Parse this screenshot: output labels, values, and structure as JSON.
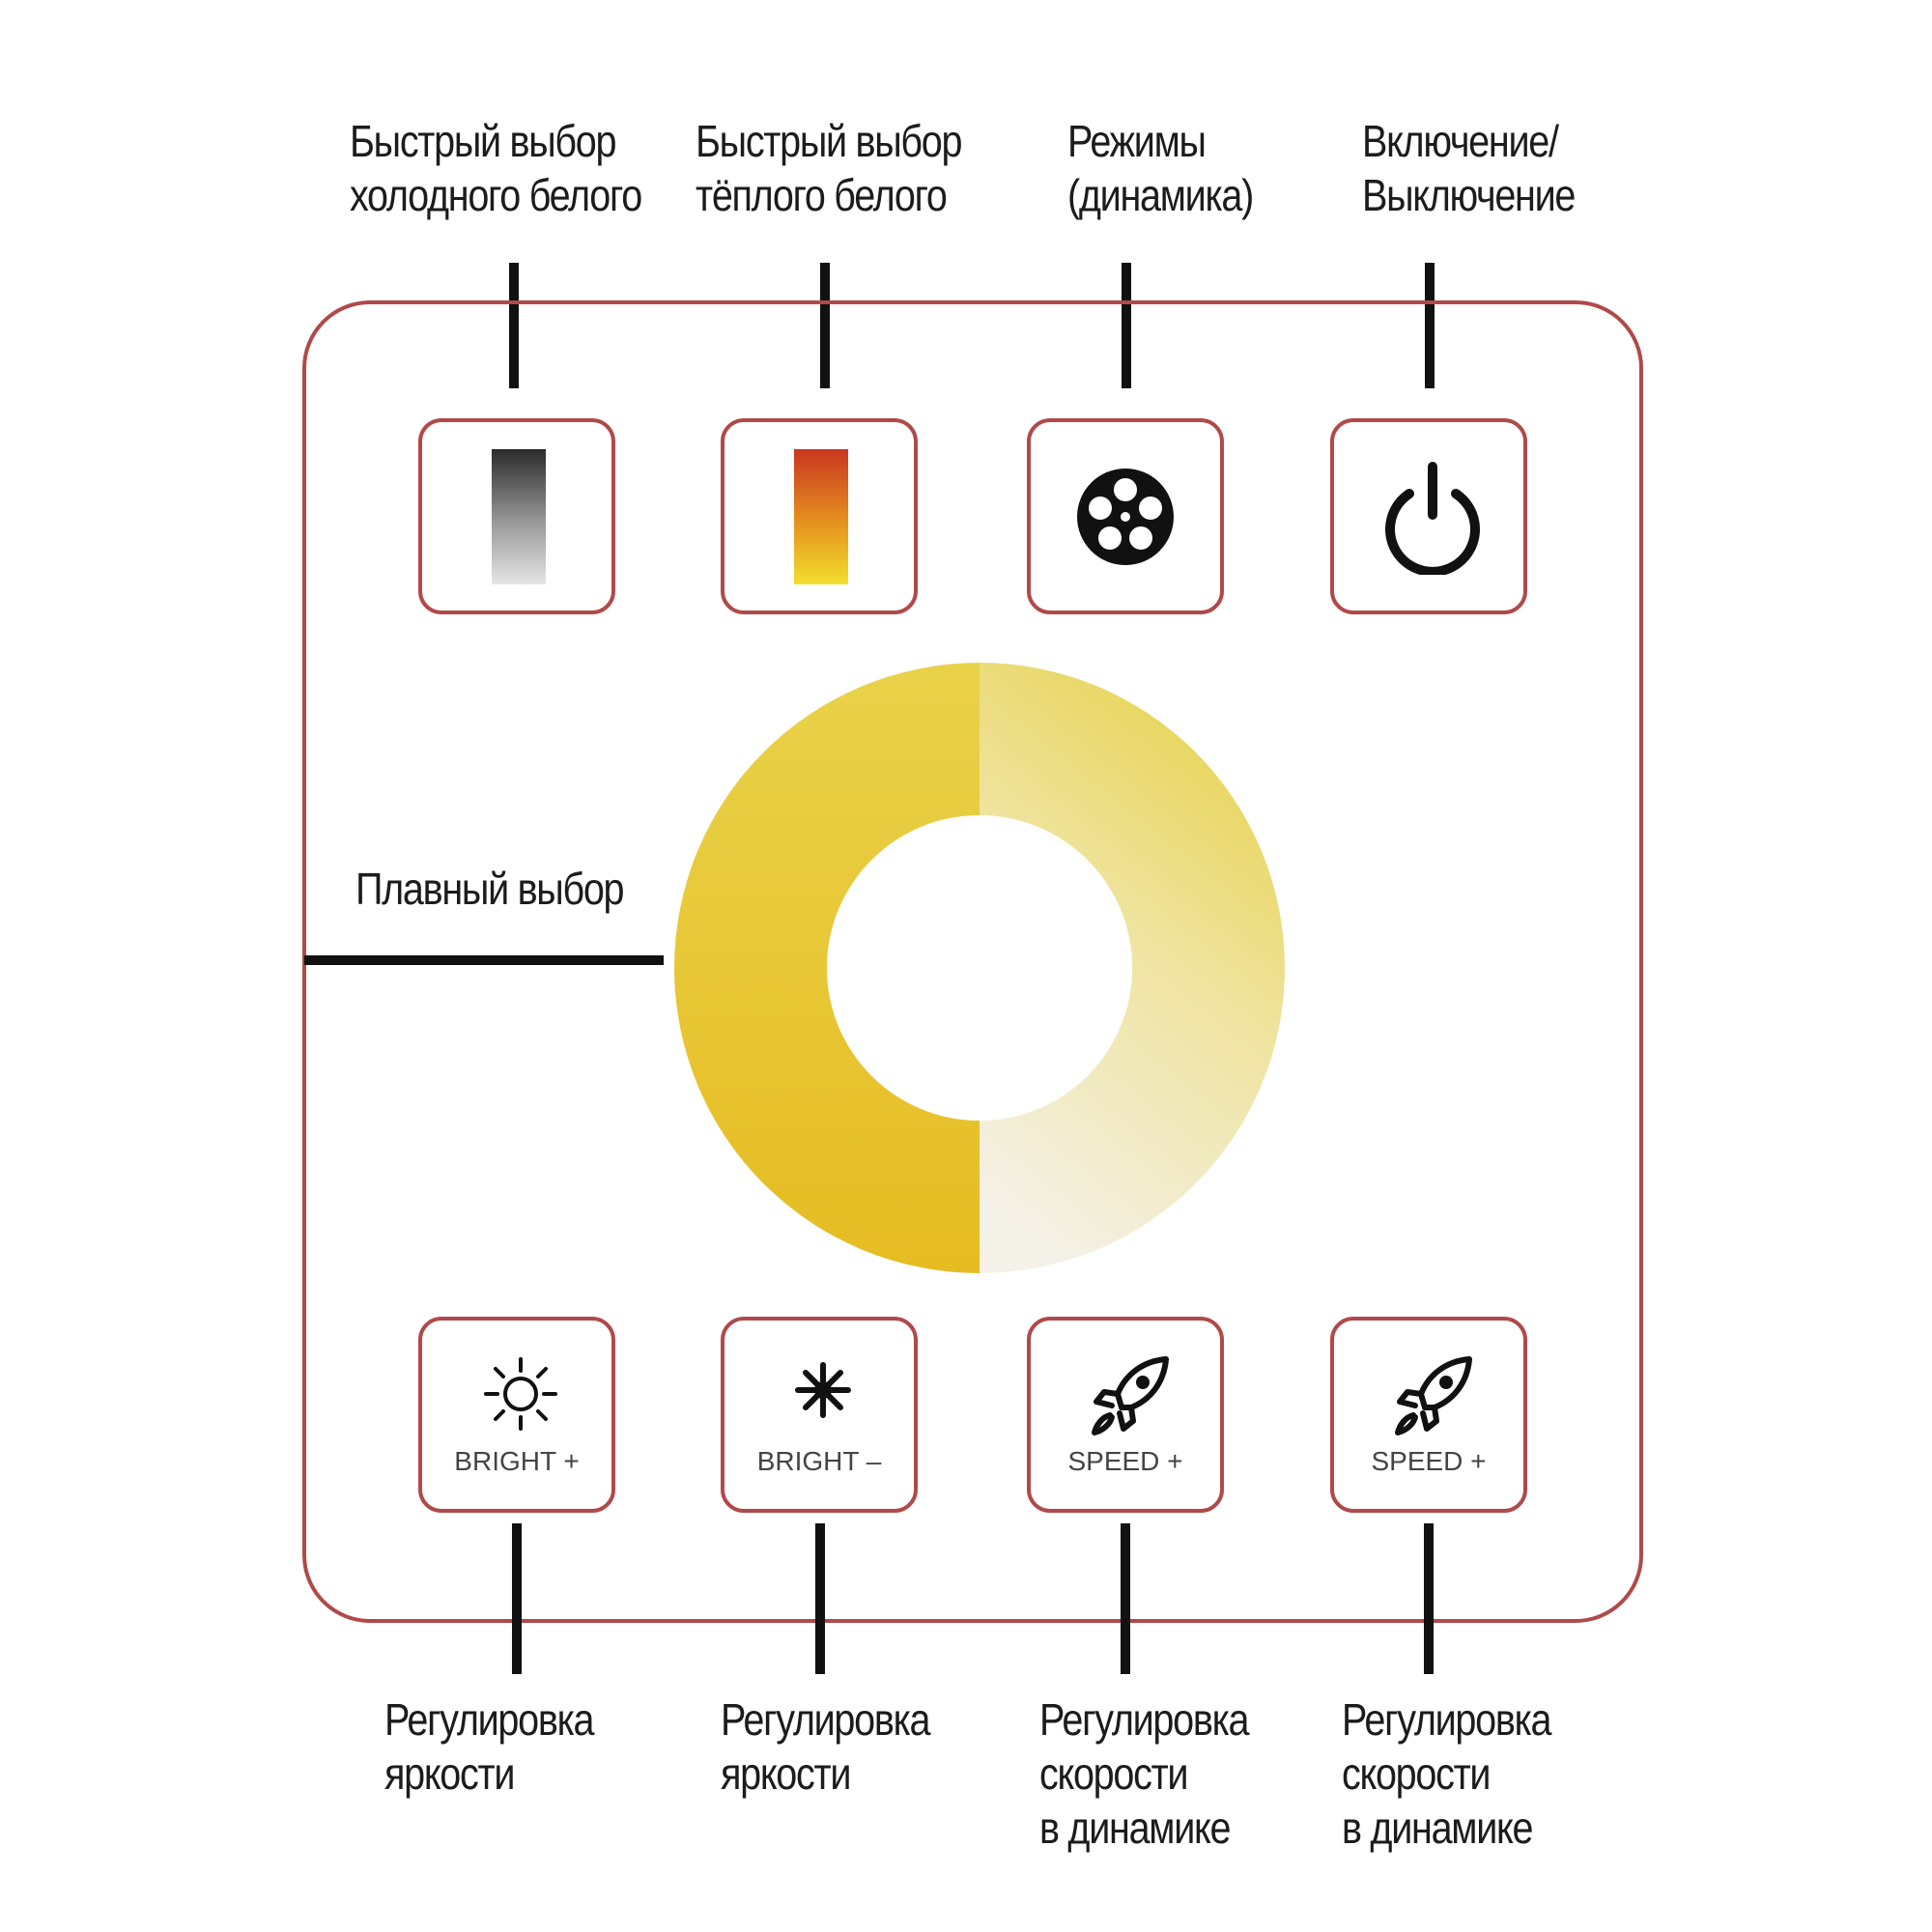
{
  "labels": {
    "cold_white": [
      "Быстрый выбор",
      "холодного белого"
    ],
    "warm_white": [
      "Быстрый выбор",
      "тёплого белого"
    ],
    "modes": [
      "Режимы",
      "(динамика)"
    ],
    "power": [
      "Включение/",
      "Выключение"
    ],
    "smooth": "Плавный выбор",
    "brightness_up": [
      "Регулировка",
      "яркости"
    ],
    "brightness_down": [
      "Регулировка",
      "яркости"
    ],
    "speed_1": [
      "Регулировка",
      "скорости",
      "в динамике"
    ],
    "speed_2": [
      "Регулировка",
      "скорости",
      "в динамике"
    ]
  },
  "buttons": {
    "bright_plus": "BRIGHT +",
    "bright_minus": "BRIGHT –",
    "speed_plus_1": "SPEED +",
    "speed_plus_2": "SPEED +"
  },
  "icons": {
    "cold_white": "cold-white-gradient-icon",
    "warm_white": "warm-white-gradient-icon",
    "modes": "film-reel-icon",
    "power": "power-icon",
    "bright_plus": "sun-icon",
    "bright_minus": "small-sun-icon",
    "speed_plus_1": "rocket-icon",
    "speed_plus_2": "rocket-icon"
  },
  "colors": {
    "panel_border": "#b04a4a",
    "wheel_warm": "#e8c22e",
    "wheel_cool": "#f4f1e8"
  }
}
